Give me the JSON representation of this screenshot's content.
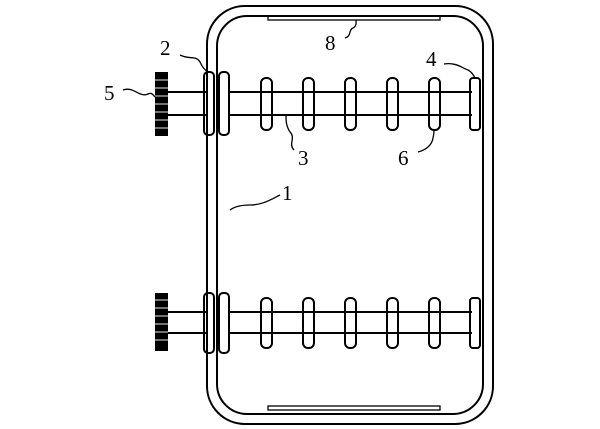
{
  "labels": {
    "frame": "1",
    "collar": "2",
    "rod": "3",
    "end_bracket": "4",
    "knob": "5",
    "ring": "6",
    "strip": "8"
  }
}
